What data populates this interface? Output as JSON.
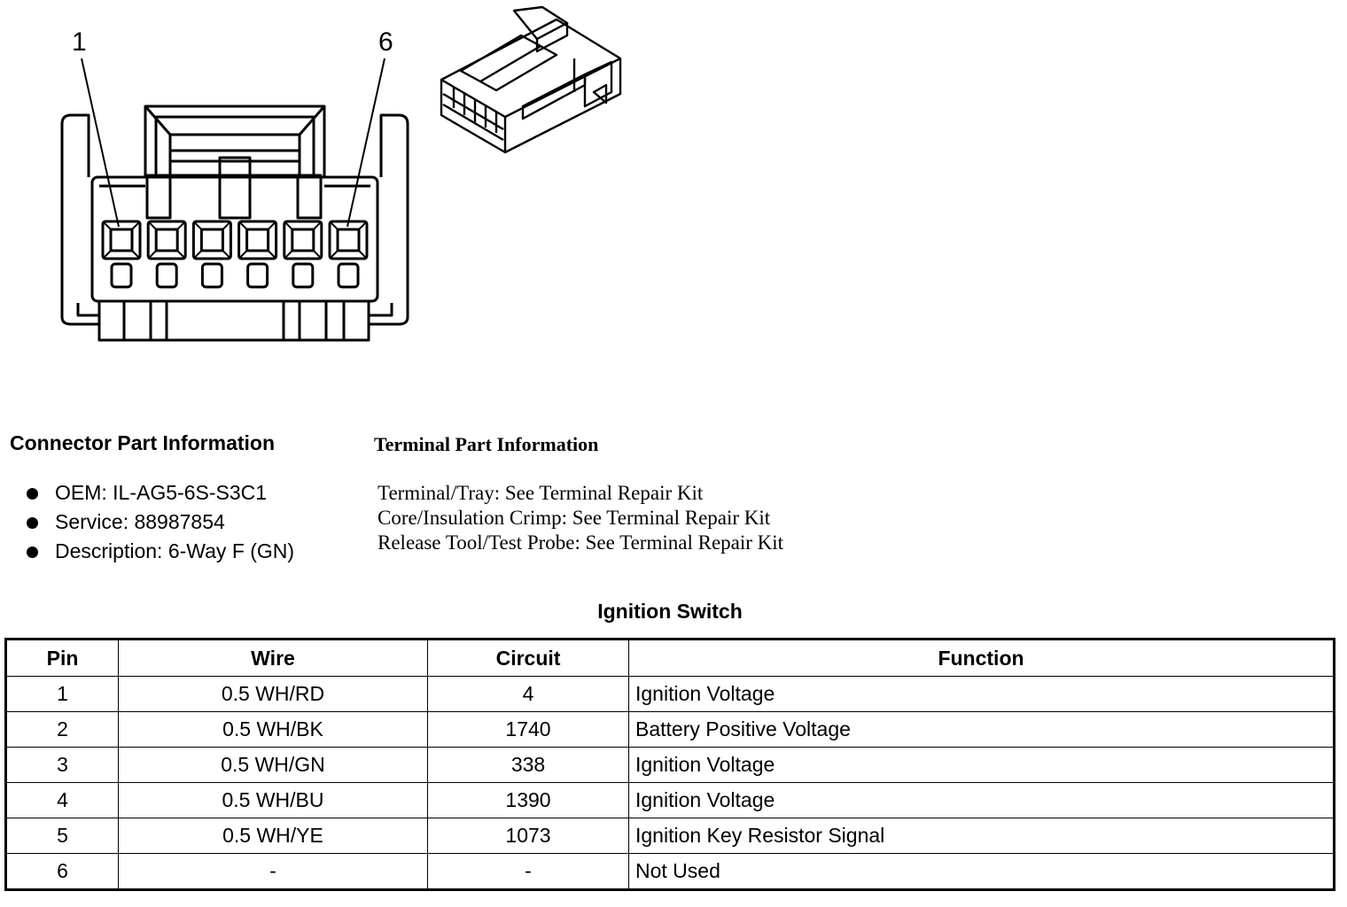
{
  "diagram": {
    "callout_first": "1",
    "callout_last": "6"
  },
  "connector_info": {
    "heading": "Connector Part Information",
    "items": [
      "OEM: IL-AG5-6S-S3C1",
      "Service: 88987854",
      "Description: 6-Way F (GN)"
    ]
  },
  "terminal_info": {
    "heading": "Terminal Part Information",
    "items": [
      "Terminal/Tray: See Terminal Repair Kit",
      "Core/Insulation Crimp: See Terminal Repair Kit",
      "Release Tool/Test Probe: See Terminal Repair Kit"
    ]
  },
  "table": {
    "title": "Ignition Switch",
    "headers": [
      "Pin",
      "Wire",
      "Circuit",
      "Function"
    ],
    "rows": [
      [
        "1",
        "0.5 WH/RD",
        "4",
        "Ignition Voltage"
      ],
      [
        "2",
        "0.5 WH/BK",
        "1740",
        "Battery Positive Voltage"
      ],
      [
        "3",
        "0.5 WH/GN",
        "338",
        "Ignition Voltage"
      ],
      [
        "4",
        "0.5 WH/BU",
        "1390",
        "Ignition Voltage"
      ],
      [
        "5",
        "0.5 WH/YE",
        "1073",
        "Ignition Key Resistor Signal"
      ],
      [
        "6",
        "-",
        "-",
        "Not Used"
      ]
    ]
  }
}
